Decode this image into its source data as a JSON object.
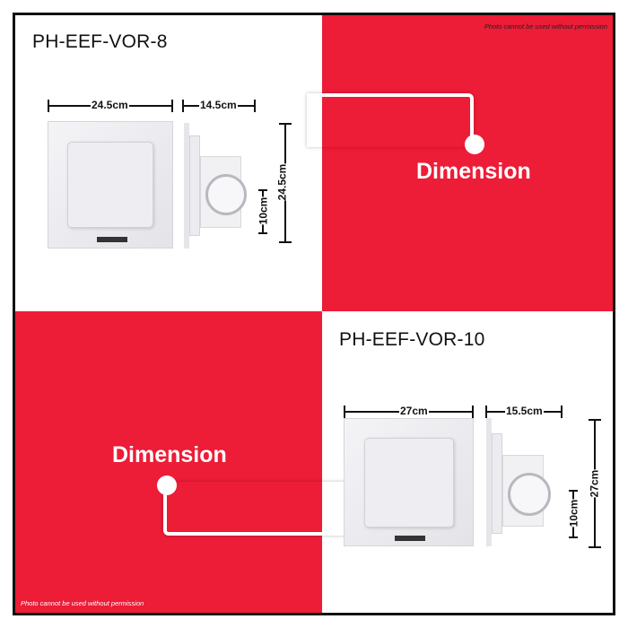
{
  "colors": {
    "accent": "#ed1c37",
    "frame": "#111111"
  },
  "notice": "Photo cannot be used without permission",
  "products": [
    {
      "model": "PH-EEF-VOR-8",
      "label": "Dimension",
      "width": "24.5cm",
      "depth": "14.5cm",
      "height": "24.5cm",
      "duct": "10cm"
    },
    {
      "model": "PH-EEF-VOR-10",
      "label": "Dimension",
      "width": "27cm",
      "depth": "15.5cm",
      "height": "27cm",
      "duct": "10cm"
    }
  ]
}
